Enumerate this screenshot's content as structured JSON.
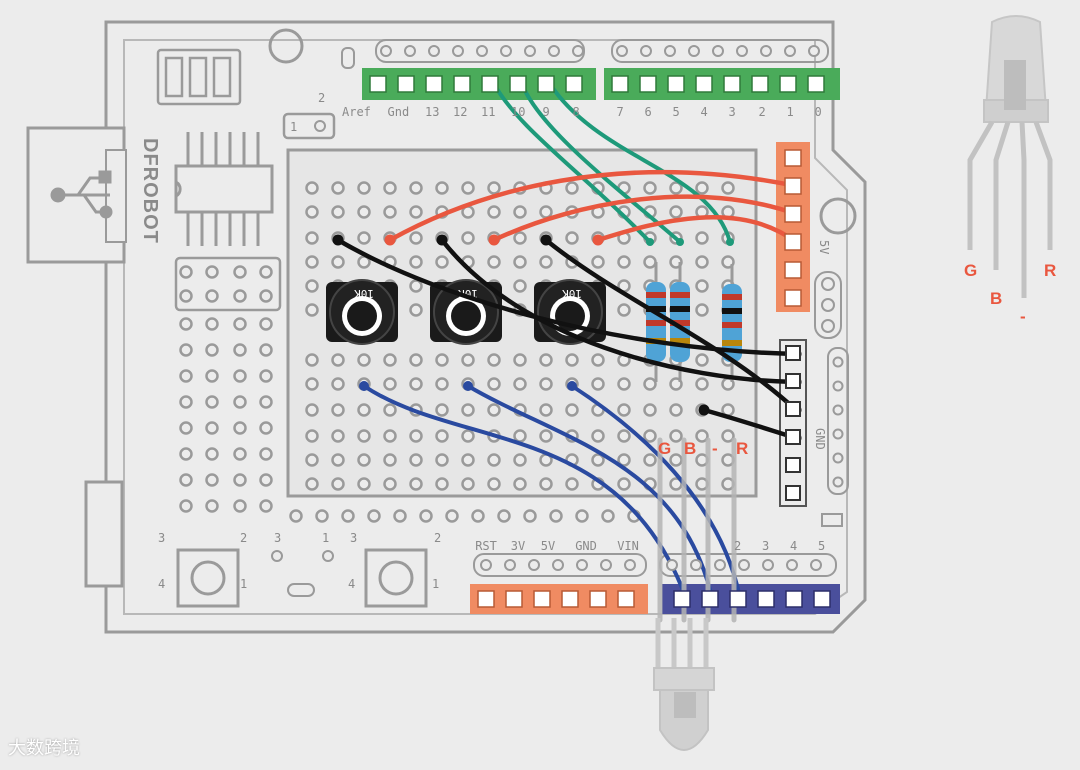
{
  "board": {
    "brand": "DFROBOT",
    "top_digital_labels": [
      "Aref",
      "Gnd",
      "13",
      "12",
      "11",
      "10",
      "9",
      "8",
      "7",
      "6",
      "5",
      "4",
      "3",
      "2",
      "1",
      "0"
    ],
    "header_numbers": {
      "two": "2",
      "one": "1"
    },
    "bottom_power_labels": [
      "RST",
      "3V",
      "5V",
      "GND",
      "VIN"
    ],
    "bottom_analog_labels": [
      "2",
      "3",
      "4",
      "5"
    ],
    "side_labels": {
      "five_v": "5V",
      "gnd": "GND"
    },
    "button_numbers": {
      "a": "3",
      "b": "2",
      "c": "4",
      "d": "1"
    },
    "pot_label": "10K",
    "led_leg_labels": [
      "G",
      "B",
      "-",
      "R"
    ]
  },
  "led_legend": {
    "labels": {
      "g": "G",
      "b": "B",
      "minus": "-",
      "r": "R"
    }
  },
  "colors": {
    "green_header": "#4aab5a",
    "orange_header": "#f08b62",
    "blue_header": "#4a4f9c",
    "wire_orange": "#e9573f",
    "wire_teal": "#1e9a7a",
    "wire_black": "#111111",
    "wire_blue": "#2a4aa0",
    "outline": "#9a9a9a"
  },
  "watermark": "大数跨境"
}
